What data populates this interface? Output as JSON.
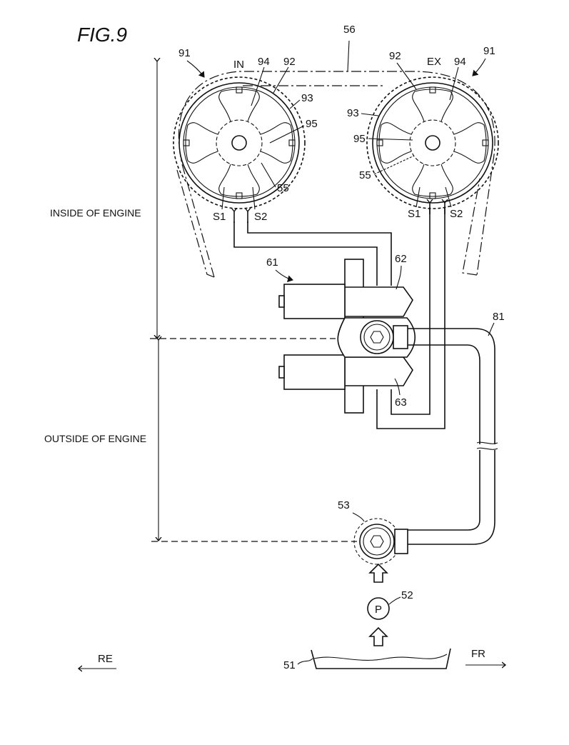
{
  "figure": {
    "title": "FIG.9"
  },
  "zones": {
    "inside": "INSIDE OF ENGINE",
    "outside": "OUTSIDE OF ENGINE"
  },
  "directions": {
    "rear": "RE",
    "front": "FR"
  },
  "intake_cam": {
    "side_label": "IN",
    "refs": {
      "sprocket_unit": "91",
      "housing": "92",
      "teeth": "93",
      "rotor": "94",
      "vane": "95",
      "camshaft": "55",
      "chamber_1": "S1",
      "chamber_2": "S2"
    }
  },
  "exhaust_cam": {
    "side_label": "EX",
    "refs": {
      "sprocket_unit": "91",
      "housing": "92",
      "teeth": "93",
      "rotor": "94",
      "vane": "95",
      "camshaft": "55",
      "chamber_1": "S1",
      "chamber_2": "S2"
    }
  },
  "components": {
    "chain": "56",
    "valve_unit": "61",
    "upper_valve": "62",
    "lower_valve": "63",
    "oil_pipe": "81",
    "filter": "53",
    "pump": "52",
    "pump_symbol": "P",
    "oil_pan": "51"
  }
}
